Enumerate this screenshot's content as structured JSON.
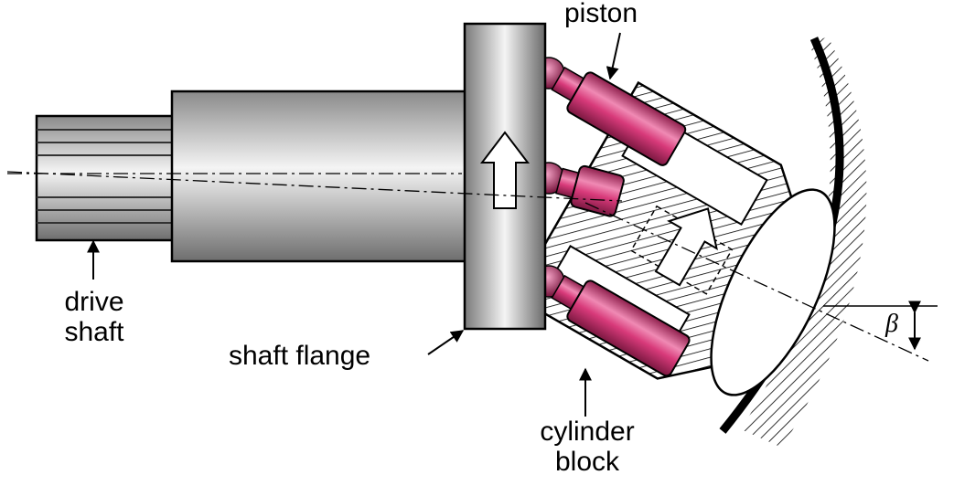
{
  "labels": {
    "piston": "piston",
    "drive_shaft_line1": "drive",
    "drive_shaft_line2": "shaft",
    "shaft_flange": "shaft flange",
    "cylinder_block_line1": "cylinder",
    "cylinder_block_line2": "block",
    "angle": "β"
  },
  "colors": {
    "piston": "#d83a7a",
    "piston_dark": "#8e1f4c",
    "metal_light": "#f2f2f2",
    "metal_dark": "#7a7a7a",
    "outline": "#000000"
  }
}
